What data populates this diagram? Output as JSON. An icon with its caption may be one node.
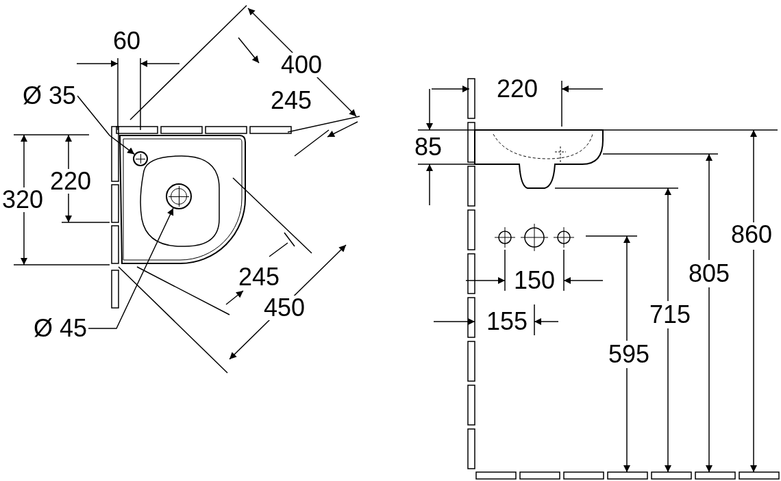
{
  "diagram": {
    "nodes": [
      {
        "text": [
          "Ø 35"
        ]
      },
      {
        "text": [],
        "shape": "circle"
      },
      {
        "text": [
          "Ø 45"
        ]
      },
      {
        "text": [],
        "shape": "circle"
      }
    ],
    "edges": [
      {
        "from": 0,
        "to": 1,
        "arrow": "to"
      },
      {
        "from": 2,
        "to": 3,
        "arrow": "to"
      }
    ],
    "labels": [
      "60",
      "400",
      "245",
      "220",
      "320",
      "245",
      "450",
      "220",
      "85",
      "860",
      "805",
      "715",
      "150",
      "155",
      "595"
    ]
  }
}
